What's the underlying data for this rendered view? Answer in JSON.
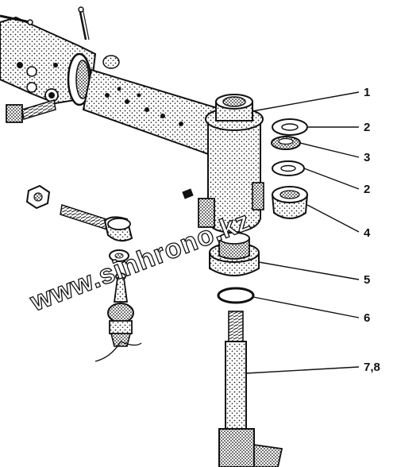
{
  "diagram": {
    "background_color": "#ffffff",
    "ink_color": "#111111",
    "part_labels": [
      "1",
      "2",
      "3",
      "2",
      "4",
      "5",
      "6",
      "7,8"
    ]
  },
  "watermark": {
    "text": "www.sinhrono.kz"
  }
}
